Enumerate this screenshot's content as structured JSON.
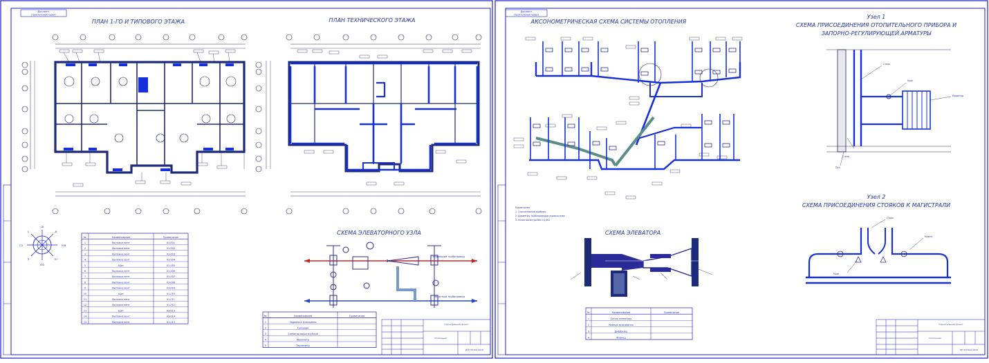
{
  "colors": {
    "frame": "#1a1acc",
    "pipe": "#1530d8",
    "return": "#5a8c8c",
    "supply_red": "#cc2222",
    "arrow_blue": "#2244cc",
    "fitting": "#2a2a99",
    "line": "#222266"
  },
  "left_sheet": {
    "corner_stamp": [
      "Документ",
      "строительный проект"
    ],
    "plan_floor_title": "ПЛАН 1-ГО И ТИПОВОГО ЭТАЖА",
    "plan_tech_title": "ПЛАН ТЕХНИЧЕСКОГО ЭТАЖА",
    "elevator_unit_title": "СХЕМА ЭЛЕВАТОРНОГО УЗЛА",
    "compass_labels": {
      "n": "СВ",
      "ne": "В",
      "e": "ЮВ",
      "se": "Ю",
      "s": "ЮЗ",
      "sw": "З",
      "w": "СЗ",
      "nw": "С"
    },
    "equipment_table": {
      "headers": [
        "№",
        "Наименование",
        "Примечание"
      ],
      "rows": [
        [
          "1",
          "Вытяжка вент",
          "01-001"
        ],
        [
          "2",
          "Вытяжка вент",
          "01-002"
        ],
        [
          "3",
          "Вытяжка вент",
          "01-003"
        ],
        [
          "4",
          "Вытяжка вент",
          "01-004"
        ],
        [
          "5",
          "Щит",
          "01-005"
        ],
        [
          "6",
          "Вытяжка вент",
          "01-006"
        ],
        [
          "7",
          "Вытяжка вент",
          "01-007"
        ],
        [
          "8",
          "Вытяжка вент",
          "01-008"
        ],
        [
          "9",
          "Вытяжка вент",
          "01-009"
        ],
        [
          "10",
          "Щит",
          "01-010"
        ],
        [
          "11",
          "Вытяжка вент",
          "01-011"
        ],
        [
          "12",
          "Вытяжка вент",
          "01-012"
        ],
        [
          "13",
          "Щит",
          "01-013"
        ],
        [
          "14",
          "Вытяжка вент",
          "01-014"
        ],
        [
          "15",
          "Вытяжка вент",
          "01-015"
        ]
      ]
    },
    "elevator_legend": {
      "headers": [
        "№",
        "Наименование",
        "Примечание"
      ],
      "rows": [
        [
          "1",
          "Задвижка фланцевая"
        ],
        [
          "2",
          "Грязевик"
        ],
        [
          "3",
          "Элеватор водоструйный"
        ],
        [
          "4",
          "Манометр"
        ],
        [
          "5",
          "Термометр"
        ]
      ]
    },
    "supply_label": "подающий трубопровод",
    "return_label": "обратный трубопровод",
    "title_block": {
      "project": "Строительный проект",
      "sheet": "Отопление",
      "code": "ДП 270102-2016"
    }
  },
  "right_sheet": {
    "corner_stamp": [
      "Документ",
      "строительный проект"
    ],
    "axonometric_title": "АКСОНОМЕТРИЧЕСКАЯ СХЕМА СИСТЕМЫ ОТОПЛЕНИЯ",
    "node1_title": "Узел 1",
    "node1_subtitle": [
      "СХЕМА ПРИСОЕДИНЕНИЯ ОТОПИТЕЛЬНОГО ПРИБОРА И",
      "ЗАПОРНО-РЕГУЛИРУЮЩЕЙ АРМАТУРЫ"
    ],
    "node2_title": "Узел 2",
    "node2_subtitle": "СХЕМА ПРИСОЕДИНЕНИЯ СТОЯКОВ К МАГИСТРАЛИ",
    "elevator_title": "СХЕМА ЭЛЕВАТОРА",
    "axon_notes": [
      "Примечания",
      "1. Отопительные приборы",
      "2. Диаметры трубопроводов указаны в мм",
      "3. Уклон магистралей i=0,002"
    ],
    "elevator_legend": {
      "headers": [
        "№",
        "Наименование",
        "Примечание"
      ],
      "rows": [
        [
          "1",
          "Сопло элеватора"
        ],
        [
          "2",
          "Камера всасывания"
        ],
        [
          "3",
          "Диффузор"
        ],
        [
          "4",
          "Фланец"
        ]
      ]
    },
    "node1_labels": {
      "riser": "Стояк",
      "valve": "Кран",
      "radiator": "Радиатор",
      "wall": "Стена",
      "floor": "Пол"
    },
    "node2_labels": {
      "riser": "Стояк",
      "fitting": "Муфта",
      "valve": "Кран"
    },
    "title_block": {
      "project": "Строительный проект",
      "sheet": "Отопление",
      "code": "ДП 270102-2016"
    }
  }
}
